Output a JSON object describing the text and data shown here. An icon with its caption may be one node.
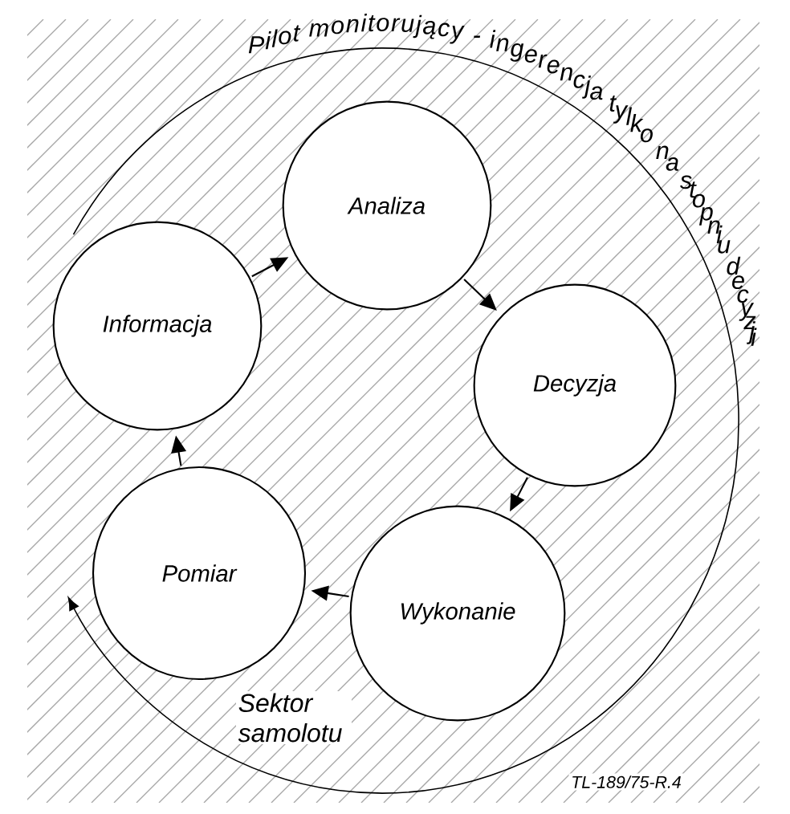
{
  "diagram": {
    "nodes": [
      {
        "text": [
          "Analiza"
        ]
      },
      {
        "text": [
          "Informacja"
        ]
      },
      {
        "text": [
          "Decyzja"
        ]
      },
      {
        "text": [
          "Pomiar"
        ]
      },
      {
        "text": [
          "Wykonanie"
        ]
      }
    ],
    "edges": [
      {
        "from": 1,
        "to": 0,
        "arrow": "to"
      },
      {
        "from": 0,
        "to": 2,
        "arrow": "to"
      },
      {
        "from": 2,
        "to": 4,
        "arrow": "to"
      },
      {
        "from": 4,
        "to": 3,
        "arrow": "to"
      },
      {
        "from": 3,
        "to": 1,
        "arrow": "to"
      }
    ],
    "labels": [
      "Pilot monitorujący - ingerencja tylko na stopniu decyzji",
      "Sektor samolotu",
      "TL-189/75-R.4"
    ]
  }
}
